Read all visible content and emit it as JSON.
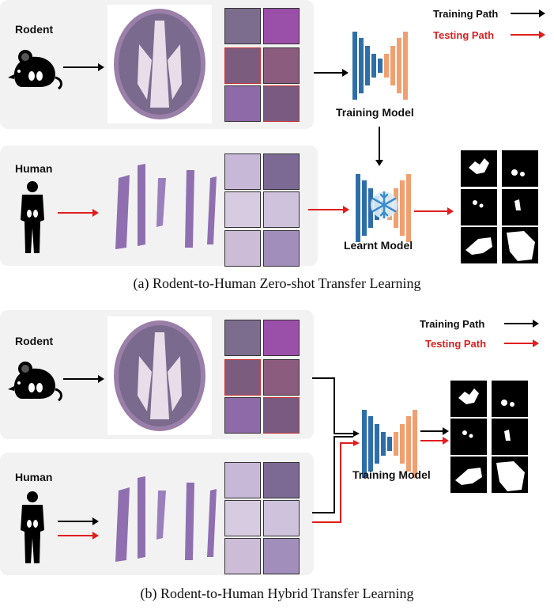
{
  "panel_a": {
    "rodent_label": "Rodent",
    "human_label": "Human",
    "training_model_label": "Training Model",
    "learnt_model_label": "Learnt Model",
    "caption": "(a) Rodent-to-Human Zero-shot Transfer Learning"
  },
  "panel_b": {
    "rodent_label": "Rodent",
    "human_label": "Human",
    "training_model_label": "Training Model",
    "caption": "(b) Rodent-to-Human Hybrid Transfer Learning"
  },
  "legend": {
    "training_path": "Training Path",
    "testing_path": "Testing Path"
  },
  "colors": {
    "training_arrow": "#000000",
    "testing_arrow": "#e01e1e",
    "encoder": "#2e6ea8",
    "decoder": "#f0a070",
    "tissue": "#8f6fb0",
    "panel_bg": "#f2f2f2"
  }
}
